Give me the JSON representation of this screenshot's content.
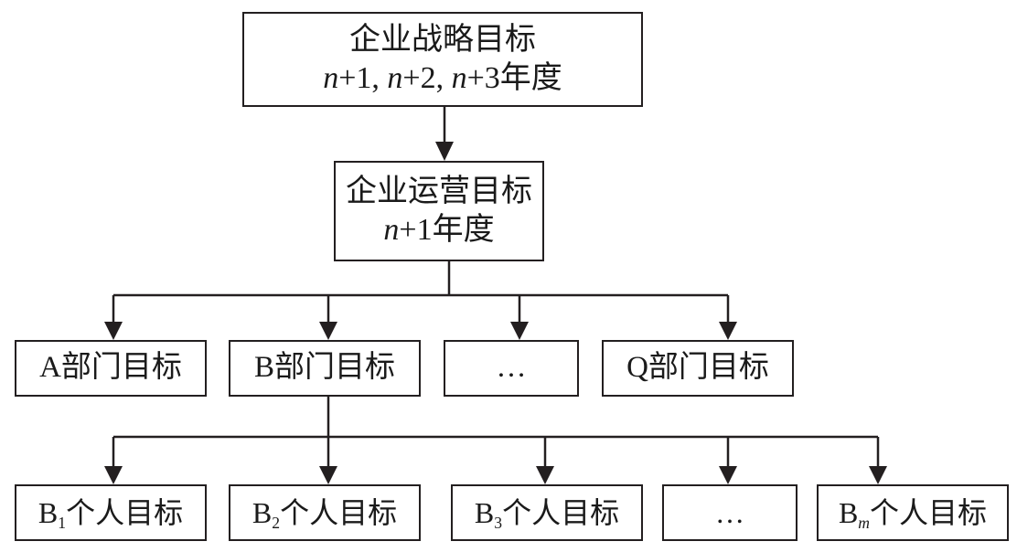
{
  "strategy": {
    "title": "企业战略目标",
    "n1": "n",
    "t1": "+1, ",
    "n2": "n",
    "t2": "+2, ",
    "n3": "n",
    "t3": "+3年度"
  },
  "operation": {
    "title": "企业运营目标",
    "n": "n",
    "t": "+1年度"
  },
  "departments": [
    {
      "label": "A部门目标"
    },
    {
      "label": "B部门目标"
    },
    {
      "label": "…"
    },
    {
      "label": "Q部门目标"
    }
  ],
  "individuals": [
    {
      "prefix": "B",
      "sub": "1",
      "suffix": "个人目标"
    },
    {
      "prefix": "B",
      "sub": "2",
      "suffix": "个人目标"
    },
    {
      "prefix": "B",
      "sub": "3",
      "suffix": "个人目标"
    },
    {
      "label": "…"
    },
    {
      "prefix": "B",
      "sub": "m",
      "suffix": "个人目标"
    }
  ]
}
